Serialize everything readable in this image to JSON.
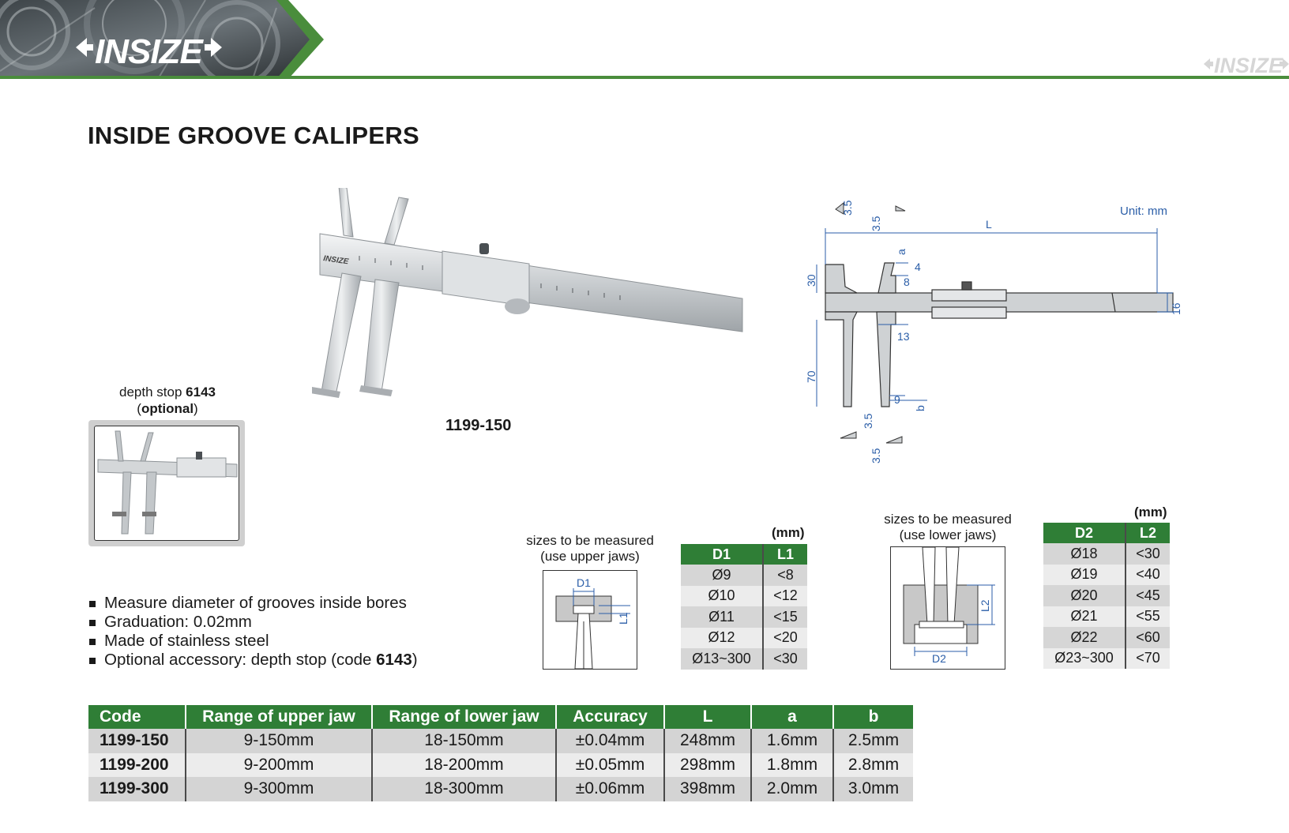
{
  "header": {
    "brand": "INSIZE",
    "watermark": "INSIZE",
    "accent_color": "#4a8d3c"
  },
  "page_title": "INSIDE GROOVE CALIPERS",
  "product_photo": {
    "caption": "1199-150",
    "scale_brand": "INSIZE"
  },
  "accessory": {
    "caption_prefix": "depth stop",
    "caption_code": "6143",
    "caption_optional": "optional"
  },
  "tech_drawing": {
    "unit": "Unit: mm",
    "dims": {
      "tip_upper_a": "3.5",
      "tip_upper_b": "3.5",
      "length": "L",
      "a": "a",
      "four": "4",
      "eight": "8",
      "thirty": "30",
      "thirteen": "13",
      "sixteen": "16",
      "seventy": "70",
      "nine": "9",
      "b": "b",
      "tip_lower_a": "3.5",
      "tip_lower_b": "3.5"
    }
  },
  "features": [
    {
      "text": "Measure diameter of grooves inside bores",
      "bold": ""
    },
    {
      "text": "Graduation: 0.02mm",
      "bold": ""
    },
    {
      "text": "Made of stainless steel",
      "bold": ""
    },
    {
      "text": "Optional accessory: depth stop (code ",
      "bold": "6143",
      "tail": ")"
    }
  ],
  "upper_jaw_table": {
    "caption_line1": "sizes to be measured",
    "caption_line2": "(use upper jaws)",
    "unit": "(mm)",
    "diagram_labels": {
      "d": "D1",
      "l": "L1"
    },
    "headers": [
      "D1",
      "L1"
    ],
    "rows": [
      [
        "Ø9",
        "<8"
      ],
      [
        "Ø10",
        "<12"
      ],
      [
        "Ø11",
        "<15"
      ],
      [
        "Ø12",
        "<20"
      ],
      [
        "Ø13~300",
        "<30"
      ]
    ]
  },
  "lower_jaw_table": {
    "caption_line1": "sizes to be measured",
    "caption_line2": "(use lower jaws)",
    "unit": "(mm)",
    "diagram_labels": {
      "d": "D2",
      "l": "L2"
    },
    "headers": [
      "D2",
      "L2"
    ],
    "rows": [
      [
        "Ø18",
        "<30"
      ],
      [
        "Ø19",
        "<40"
      ],
      [
        "Ø20",
        "<45"
      ],
      [
        "Ø21",
        "<55"
      ],
      [
        "Ø22",
        "<60"
      ],
      [
        "Ø23~300",
        "<70"
      ]
    ]
  },
  "spec_table": {
    "headers": [
      "Code",
      "Range of upper jaw",
      "Range of lower jaw",
      "Accuracy",
      "L",
      "a",
      "b"
    ],
    "rows": [
      [
        "1199-150",
        "9-150mm",
        "18-150mm",
        "±0.04mm",
        "248mm",
        "1.6mm",
        "2.5mm"
      ],
      [
        "1199-200",
        "9-200mm",
        "18-200mm",
        "±0.05mm",
        "298mm",
        "1.8mm",
        "2.8mm"
      ],
      [
        "1199-300",
        "9-300mm",
        "18-300mm",
        "±0.06mm",
        "398mm",
        "2.0mm",
        "3.0mm"
      ]
    ]
  }
}
